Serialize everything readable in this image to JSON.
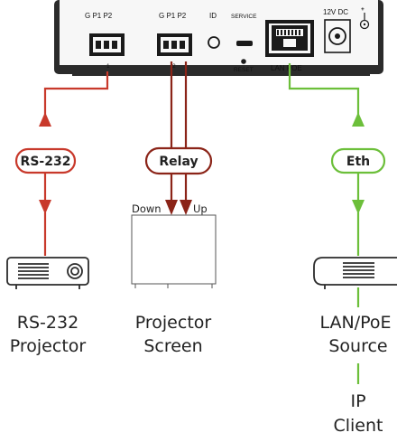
{
  "device": {
    "port1_header": "G  P1 P2",
    "port2_header": "G  P1 P2",
    "port1_number": "1",
    "port2_number": "2",
    "id_label": "ID",
    "service_label": "SERVICE",
    "reset_label": "RESET",
    "lan_poe_label": "LAN POE",
    "power_label": "12V DC"
  },
  "links": {
    "rs232": "RS-232",
    "relay": "Relay",
    "eth": "Eth"
  },
  "screen_box": {
    "down": "Down",
    "up": "Up"
  },
  "endpoints": {
    "rs232_projector": [
      "RS-232",
      "Projector"
    ],
    "projector_screen": [
      "Projector",
      "Screen"
    ],
    "lan_source": [
      "LAN/PoE",
      "Source"
    ],
    "ip_client": [
      "IP",
      "Client"
    ]
  },
  "colors": {
    "red": "#c8392b",
    "darkred": "#8b2418",
    "green": "#6cbf3a"
  }
}
